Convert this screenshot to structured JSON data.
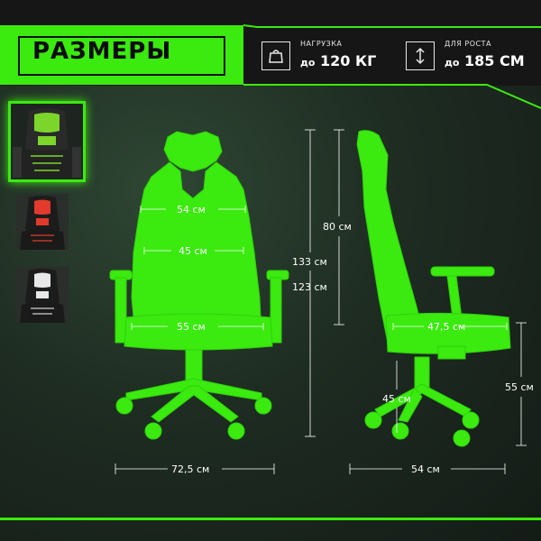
{
  "title": "РАЗМЕРЫ",
  "specs": {
    "load": {
      "label": "НАГРУЗКА",
      "prefix": "до",
      "value": "120 КГ",
      "icon": "weight-icon"
    },
    "height": {
      "label": "ДЛЯ РОСТА",
      "prefix": "до",
      "value": "185 СМ",
      "icon": "height-icon"
    }
  },
  "thumbnails": [
    {
      "color": "green",
      "accent": "#3bea0f",
      "active": true
    },
    {
      "color": "red",
      "accent": "#e23a2c",
      "active": false
    },
    {
      "color": "white",
      "accent": "#e5e5e5",
      "active": false
    }
  ],
  "front_dims": {
    "back_width_top": "54 см",
    "back_width_mid": "45 см",
    "seat_width": "55 см",
    "base_width": "72,5 см"
  },
  "side_dims": {
    "back_height": "80 см",
    "total_max": "133 см",
    "total_min": "123 см",
    "seat_depth": "47,5 см",
    "seat_height_min": "45 см",
    "seat_height_max": "55 см",
    "base_depth": "54 см"
  },
  "colors": {
    "accent": "#3bea0f",
    "dark": "#161616"
  }
}
